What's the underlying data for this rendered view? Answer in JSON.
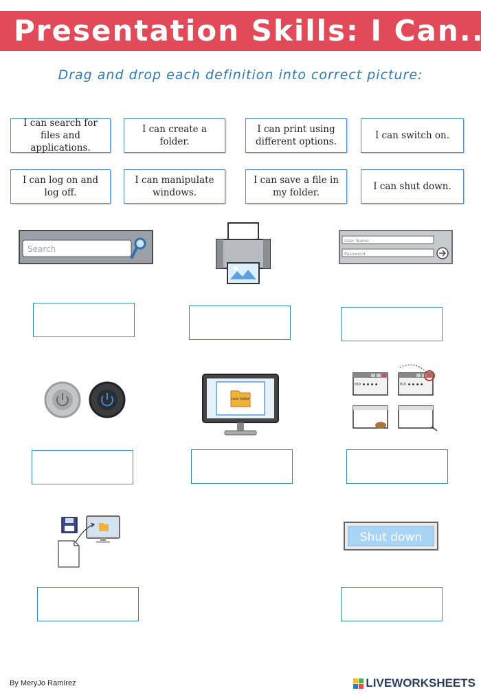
{
  "title": "Presentation Skills: I Can...",
  "instruction": "Drag and drop each definition into correct picture:",
  "cards": [
    {
      "label": "I can search for files and applications."
    },
    {
      "label": "I can create a folder."
    },
    {
      "label": "I can print using different options."
    },
    {
      "label": "I can switch on."
    },
    {
      "label": "I can log on and log off."
    },
    {
      "label": "I can manipulate windows."
    },
    {
      "label": "I can save a file in my folder."
    },
    {
      "label": "I can shut down."
    }
  ],
  "pictures": {
    "search_placeholder": "Search",
    "login_username": "User Name",
    "login_password": "Password",
    "folder_label": "new folder",
    "shutdown_label": "Shut down"
  },
  "footer": {
    "author": "By MeryJo Ramírez",
    "brand": "LIVEWORKSHEETS"
  },
  "colors": {
    "title_bg": "#e04a59",
    "accent_blue": "#2e79b6",
    "box_border": "#2d8ac9"
  }
}
